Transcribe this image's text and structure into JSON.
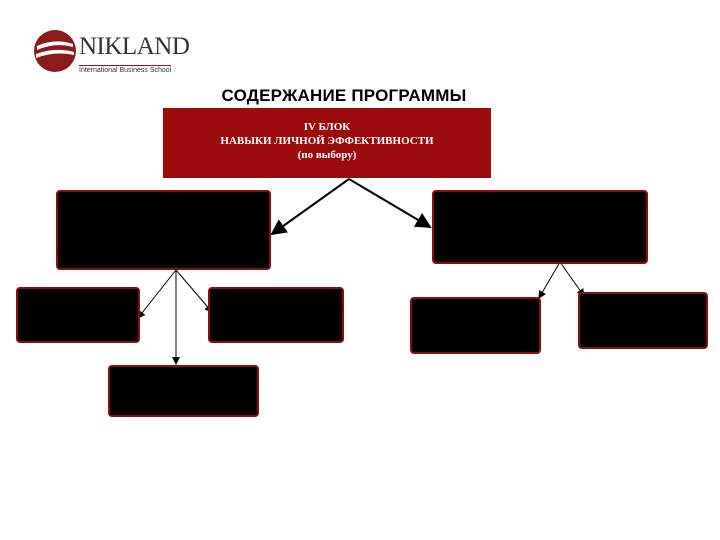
{
  "logo": {
    "name": "NIKLAND",
    "subtitle": "International Business School",
    "color": "#8b1a1a"
  },
  "title": "СОДЕРЖАНИЕ ПРОГРАММЫ",
  "root": {
    "line1": "IV БЛОК",
    "line2": "НАВЫКИ ЛИЧНОЙ ЭФФЕКТИВНОСТИ",
    "line3": "(по выбору)",
    "color": "#9b0b0b"
  },
  "nodes": {
    "left_main": "",
    "right_main": "",
    "left_child_1": "",
    "left_child_2": "",
    "left_child_3": "",
    "right_child_1": "",
    "right_child_2": ""
  }
}
